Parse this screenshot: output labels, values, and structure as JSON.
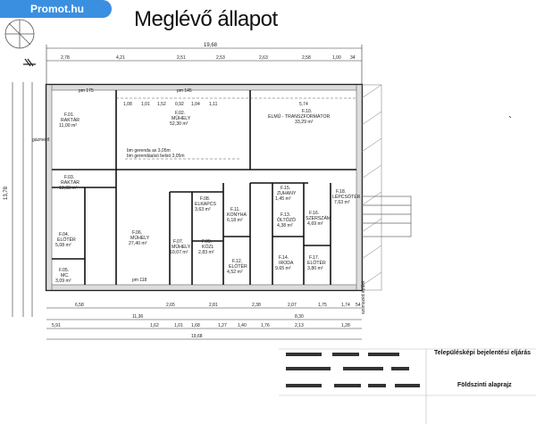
{
  "header": {
    "badge": "Promot.hu",
    "title": "Meglévő állapot"
  },
  "plan": {
    "overall_width": "19,68",
    "overall_height": "13,78",
    "top_dims": [
      "2,78",
      "4,21",
      "2,51",
      "2,53",
      "2,63",
      "2,58",
      "1,00",
      "34"
    ],
    "sub_dims": [
      "1,08",
      "1,01",
      "1,52",
      "0,92",
      "1,04",
      "1,11",
      "5,74"
    ],
    "bottom_dims_1": [
      "6,58",
      "2,65",
      "2,81",
      "2,38",
      "2,07",
      "1,75",
      "1,74",
      "54"
    ],
    "bottom_dims_2": [
      "11,36",
      "8,30"
    ],
    "bottom_dims_3": [
      "5,91",
      "1,62",
      "1,01",
      "1,68",
      "1,27",
      "1,40",
      "1,76",
      "2,13",
      "1,28"
    ],
    "total_bottom": "19,68",
    "rooms": [
      {
        "code": "F.01.",
        "name": "RAKTÁR",
        "area": "11,00 m²"
      },
      {
        "code": "F.02.",
        "name": "MŰHELY",
        "area": "52,30 m²"
      },
      {
        "code": "F.10.",
        "name": "ELMŰ - TRANSZFORMÁTOR",
        "area": "33,29 m²"
      },
      {
        "code": "F.03.",
        "name": "RAKTÁR",
        "area": "13,33 m²"
      },
      {
        "code": "F.04.",
        "name": "ELŐTÉR",
        "area": "5,08 m²"
      },
      {
        "code": "F.05.",
        "name": "MC.",
        "area": "3,09 m²"
      },
      {
        "code": "F.06.",
        "name": "MŰHELY",
        "area": "27,40 m²"
      },
      {
        "code": "F.07.",
        "name": "MŰHELY",
        "area": "10,07 m²"
      },
      {
        "code": "F.08.",
        "name": "ELKAPCS",
        "area": "3,63 m²"
      },
      {
        "code": "F.09.",
        "name": "KÖZL",
        "area": "2,83 m²"
      },
      {
        "code": "F.11.",
        "name": "KONYHA",
        "area": "6,18 m²"
      },
      {
        "code": "F.12.",
        "name": "ELŐTÉR",
        "area": "4,52 m²"
      },
      {
        "code": "F.13.",
        "name": "ÖLTÖZŐ",
        "area": "4,38 m²"
      },
      {
        "code": "F.14.",
        "name": "IRODA",
        "area": "9,65 m²"
      },
      {
        "code": "F.15.",
        "name": "ZUHANY",
        "area": "1,45 m²"
      },
      {
        "code": "F.16.",
        "name": "SZERSZÁM",
        "area": "4,69 m²"
      },
      {
        "code": "F.17.",
        "name": "ELŐTÉR",
        "area": "3,80 m²"
      },
      {
        "code": "F.18.",
        "name": "LÉPCSŐTÉR",
        "area": "7,63 m²"
      }
    ],
    "notes": [
      "gázmérő",
      "bm gerenda ax 3,05m",
      "bm gerendáalsó belsö 3,05m",
      "szomszéd épület",
      "pm 175",
      "pm 145",
      "pm 118"
    ]
  },
  "title_block": {
    "line1": "Településképi bejelentési eljárás",
    "line2": "Földszinti alaprajz"
  }
}
